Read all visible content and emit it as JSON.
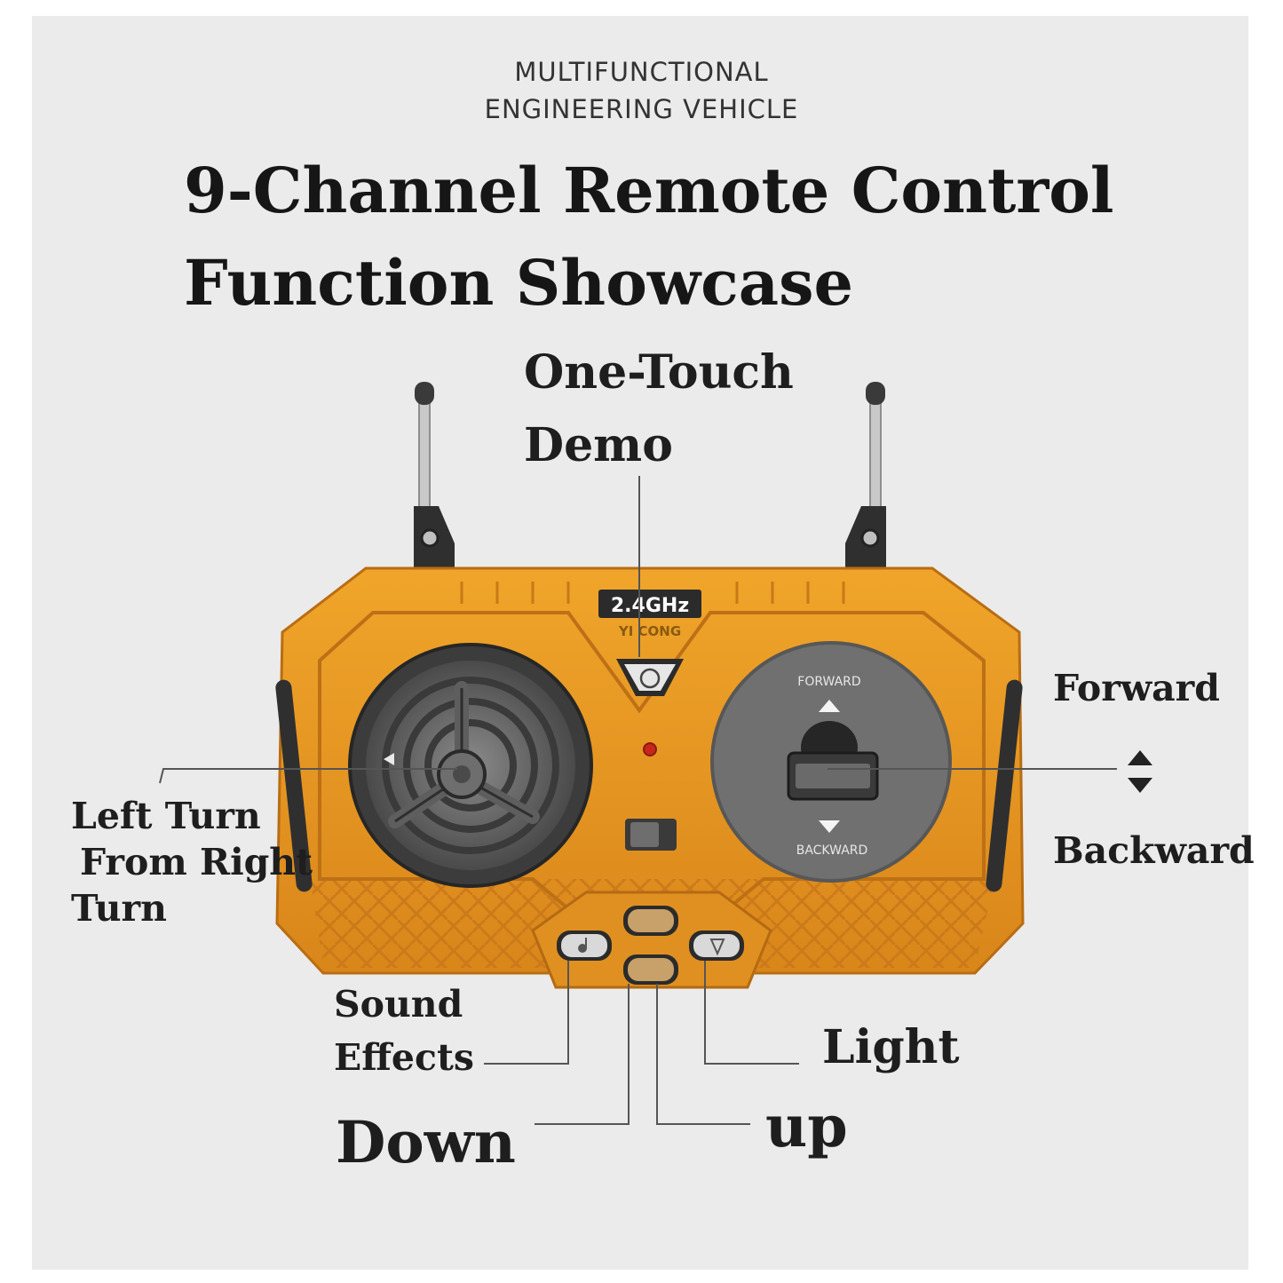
{
  "header": {
    "kicker_line1": "MULTIFUNCTIONAL",
    "kicker_line2": "ENGINEERING VEHICLE",
    "title_line1": "9-Channel Remote Control",
    "title_line2": "Function Showcase"
  },
  "device": {
    "frequency_badge": "2.4GHz",
    "brand": "YI CONG",
    "forward_mark": "FORWARD",
    "backward_mark": "BACKWARD",
    "body_color": "#e8961f",
    "accent_dark": "#2b2b2b"
  },
  "labels": {
    "demo_line1": "One-Touch",
    "demo_line2": "Demo",
    "forward": "Forward",
    "backward": "Backward",
    "left_turn_line1": "Left Turn",
    "left_turn_line2": "From Right",
    "left_turn_line3": "Turn",
    "sound_line1": "Sound",
    "sound_line2": "Effects",
    "light": "Light",
    "down": "Down",
    "up": "up"
  }
}
